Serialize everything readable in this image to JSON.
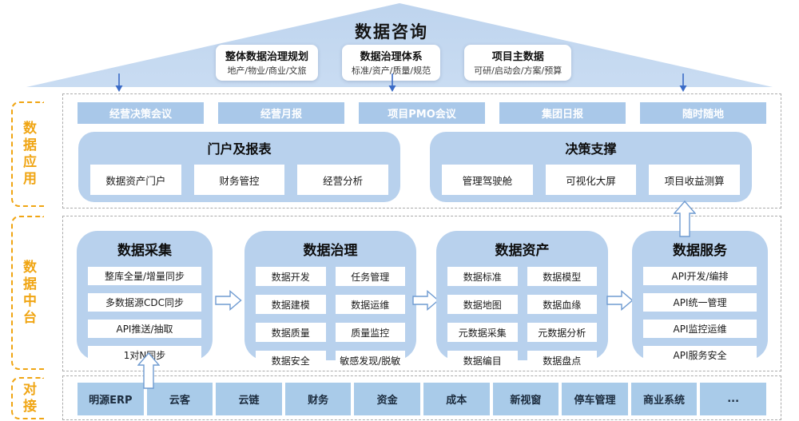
{
  "colors": {
    "roof_blue": "#bed4ee",
    "group_blue": "#b8d1ed",
    "button_blue": "#a9c8e9",
    "accent_orange": "#f0a513",
    "arrow_blue": "#3b6cc7",
    "hollow_arrow_stroke": "#6f9bd1"
  },
  "roof": {
    "title": "数据咨询",
    "cards": [
      {
        "title": "整体数据治理规划",
        "subtitle": "地产/物业/商业/文旅"
      },
      {
        "title": "数据治理体系",
        "subtitle": "标准/资产/质量/规范"
      },
      {
        "title": "项目主数据",
        "subtitle": "可研/启动会/方案/预算"
      }
    ]
  },
  "sections": {
    "application": {
      "label": "数据应用",
      "top_buttons": [
        "经营决策会议",
        "经营月报",
        "项目PMO会议",
        "集团日报",
        "随时随地"
      ],
      "groups": [
        {
          "title": "门户及报表",
          "items": [
            "数据资产门户",
            "财务管控",
            "经营分析"
          ]
        },
        {
          "title": "决策支撑",
          "items": [
            "管理驾驶舱",
            "可视化大屏",
            "项目收益测算"
          ]
        }
      ]
    },
    "middle": {
      "label": "数据中台",
      "groups": [
        {
          "title": "数据采集",
          "items": [
            "整库全量/增量同步",
            "多数据源CDC同步",
            "API推送/抽取",
            "1对N同步"
          ]
        },
        {
          "title": "数据治理",
          "items": [
            "数据开发",
            "任务管理",
            "数据建模",
            "数据运维",
            "数据质量",
            "质量监控",
            "数据安全",
            "敏感发现/脱敏"
          ]
        },
        {
          "title": "数据资产",
          "items": [
            "数据标准",
            "数据模型",
            "数据地图",
            "数据血缘",
            "元数据采集",
            "元数据分析",
            "数据编目",
            "数据盘点"
          ]
        },
        {
          "title": "数据服务",
          "items": [
            "API开发/编排",
            "API统一管理",
            "API监控运维",
            "API服务安全"
          ]
        }
      ]
    },
    "integration": {
      "label": "对接",
      "systems": [
        "明源ERP",
        "云客",
        "云链",
        "财务",
        "资金",
        "成本",
        "新视窗",
        "停车管理",
        "商业系统",
        "..."
      ]
    }
  }
}
